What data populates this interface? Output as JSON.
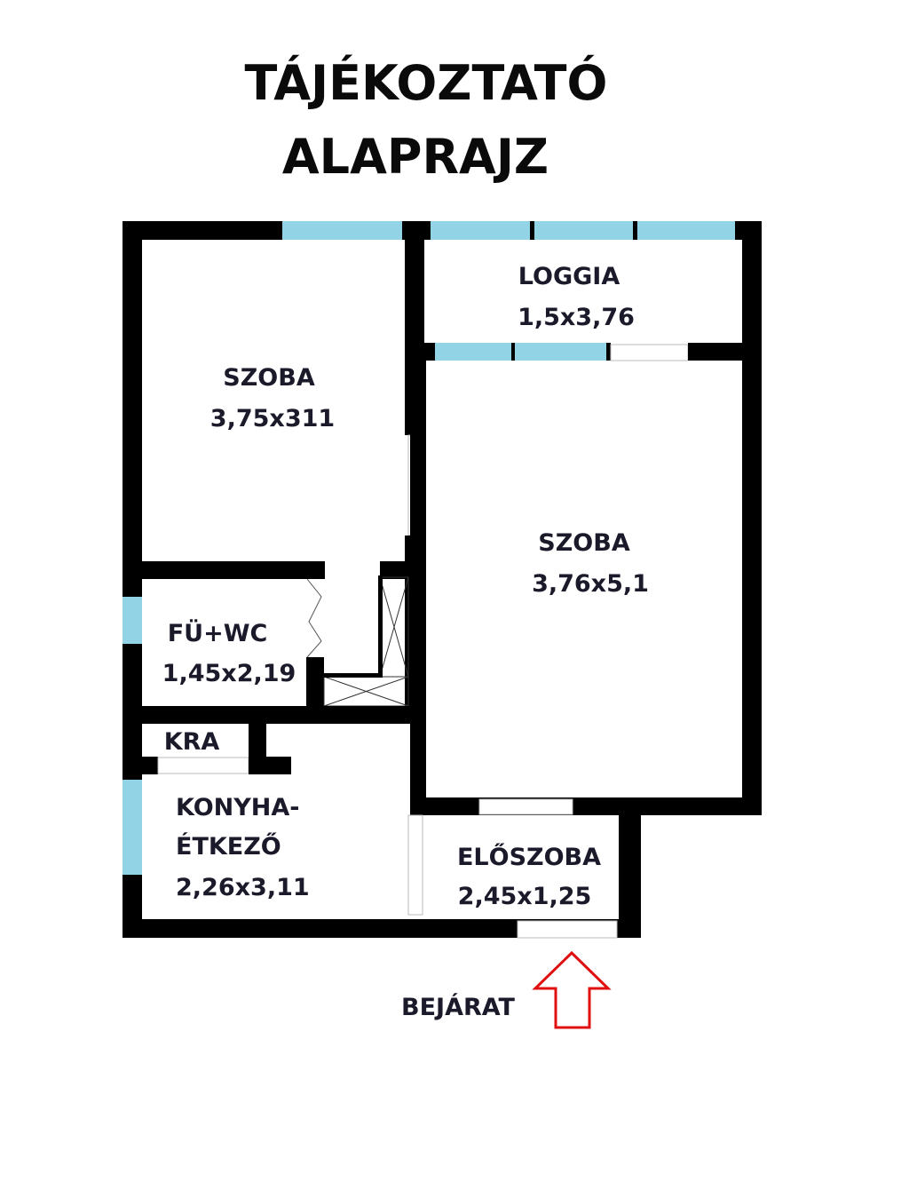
{
  "title": {
    "line1": "TÁJÉKOZTATÓ",
    "line2": "ALAPRAJZ"
  },
  "rooms": {
    "szoba1": {
      "name": "SZOBA",
      "size": "3,75x311"
    },
    "loggia": {
      "name": "LOGGIA",
      "size": "1,5x3,76"
    },
    "szoba2": {
      "name": "SZOBA",
      "size": "3,76x5,1"
    },
    "furdo": {
      "name": "FÜ+WC",
      "size": "1,45x2,19"
    },
    "kamra": {
      "name": "KRA"
    },
    "konyha": {
      "name1": "KONYHA-",
      "name2": "ÉTKEZŐ",
      "size": "2,26x3,11"
    },
    "eloszoba": {
      "name": "ELŐSZOBA",
      "size": "2,45x1,25"
    }
  },
  "entrance": {
    "label": "BEJÁRAT",
    "arrow_color": "#e01010"
  },
  "colors": {
    "wall": "#000000",
    "window": "#93d3e6"
  }
}
